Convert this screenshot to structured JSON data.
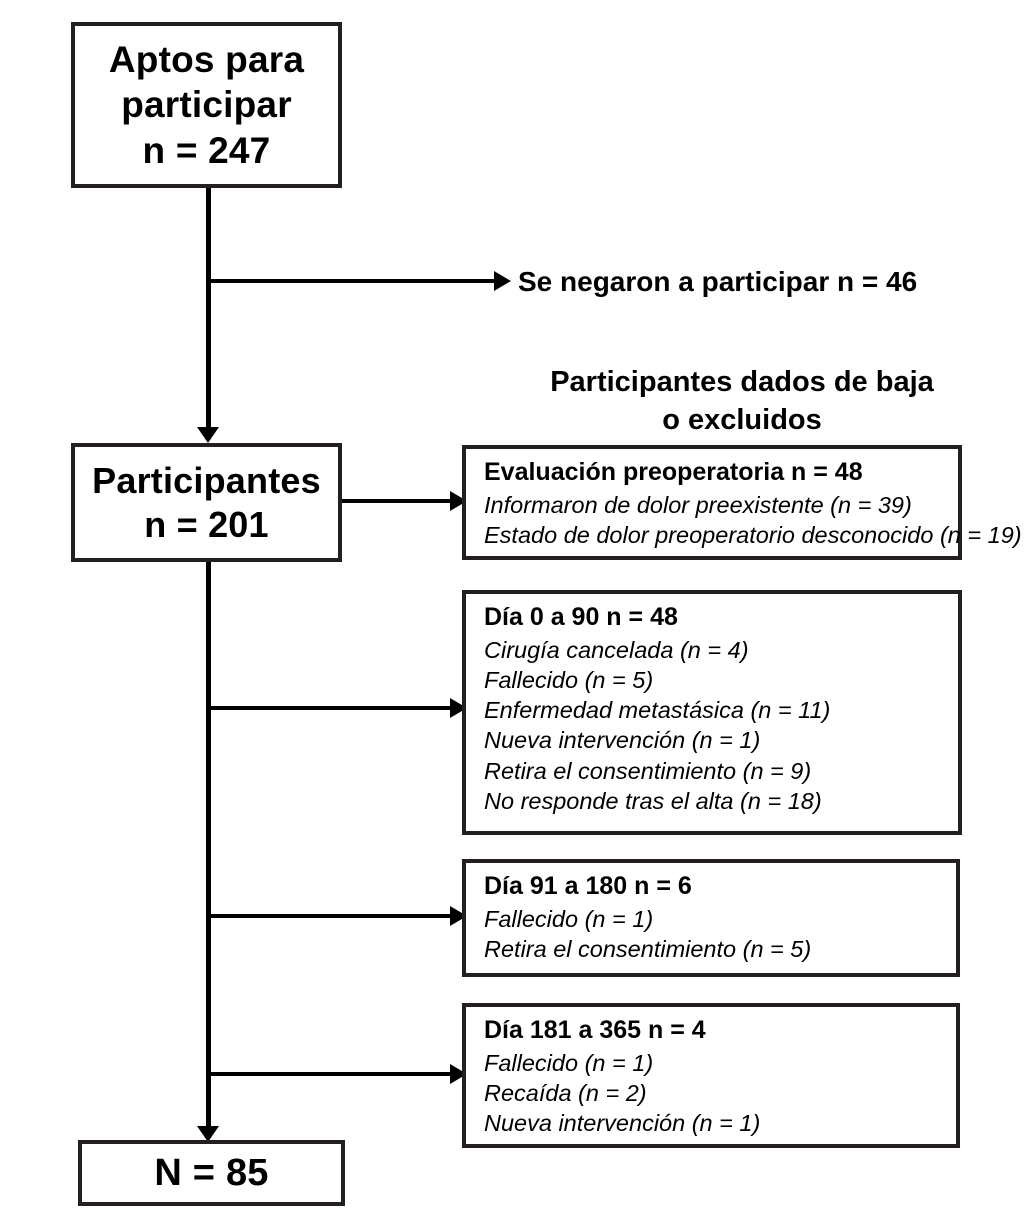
{
  "diagram": {
    "type": "participant-flow-diagram",
    "language": "es",
    "colors": {
      "stroke": "#231f20",
      "text": "#000000",
      "background": "#ffffff"
    }
  },
  "nodes": {
    "eligible": {
      "lines": [
        "Aptos para",
        "participar",
        "n = 247"
      ]
    },
    "participants": {
      "lines": [
        "Participantes",
        "n = 201"
      ]
    },
    "final": {
      "lines": [
        "N = 85"
      ]
    }
  },
  "labels": {
    "refused": "Se negaron a participar n = 46",
    "exclusions_header_line1": "Participantes dados de baja",
    "exclusions_header_line2": "o excluidos"
  },
  "exclusion_boxes": [
    {
      "title": "Evaluación preoperatoria n = 48",
      "items": [
        "Informaron de dolor preexistente (n = 39)",
        "Estado de dolor preoperatorio desconocido (n = 19)"
      ]
    },
    {
      "title": "Día 0 a 90 n = 48",
      "items": [
        "Cirugía cancelada (n = 4)",
        "Fallecido (n = 5)",
        "Enfermedad metastásica (n = 11)",
        "Nueva intervención (n = 1)",
        "Retira el consentimiento (n = 9)",
        "No responde tras el alta (n = 18)"
      ]
    },
    {
      "title": "Día 91 a 180 n = 6",
      "items": [
        "Fallecido (n = 1)",
        "Retira el consentimiento (n = 5)"
      ]
    },
    {
      "title": "Día 181 a 365 n = 4",
      "items": [
        "Fallecido (n = 1)",
        "Recaída (n = 2)",
        "Nueva intervención (n = 1)"
      ]
    }
  ]
}
